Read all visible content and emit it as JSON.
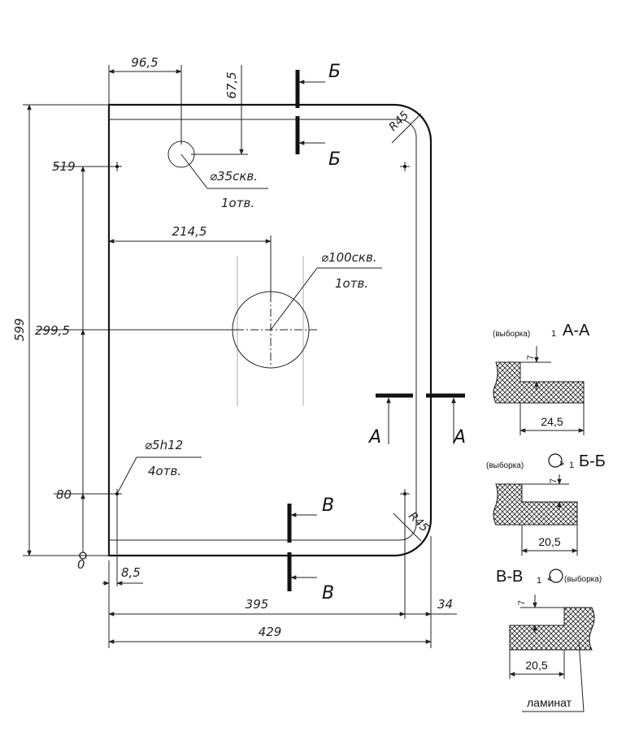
{
  "dimensions": {
    "d96_5": "96,5",
    "d67_5": "67,5",
    "d519": "519",
    "d214_5": "214,5",
    "d599": "599",
    "d299_5": "299,5",
    "d80": "80",
    "d0": "0",
    "d8_5": "8,5",
    "d395": "395",
    "d34": "34",
    "d429": "429",
    "r45_top": "R45",
    "r45_bottom": "R45"
  },
  "holes": {
    "small_spec": "⌀35скв.",
    "small_count": "1отв.",
    "large_spec": "⌀100скв.",
    "large_count": "1отв.",
    "pin_spec": "⌀5h12",
    "pin_count": "4отв."
  },
  "section_markers": {
    "b_top": "Б",
    "b_bottom": "Б",
    "a_left": "А",
    "a_right": "А",
    "v_top": "В",
    "v_bottom": "В"
  },
  "sections": {
    "aa": {
      "title": "А-А",
      "note": "(выборка)",
      "scale": "1",
      "depth": "7",
      "width": "24,5"
    },
    "bb": {
      "title": "Б-Б",
      "note": "(выборка)",
      "scale": "1",
      "depth": "7",
      "width": "20,5"
    },
    "vv": {
      "title": "В-В",
      "note": "(выборка)",
      "scale": "1",
      "depth": "7",
      "width": "20,5",
      "material": "ламинат"
    }
  }
}
